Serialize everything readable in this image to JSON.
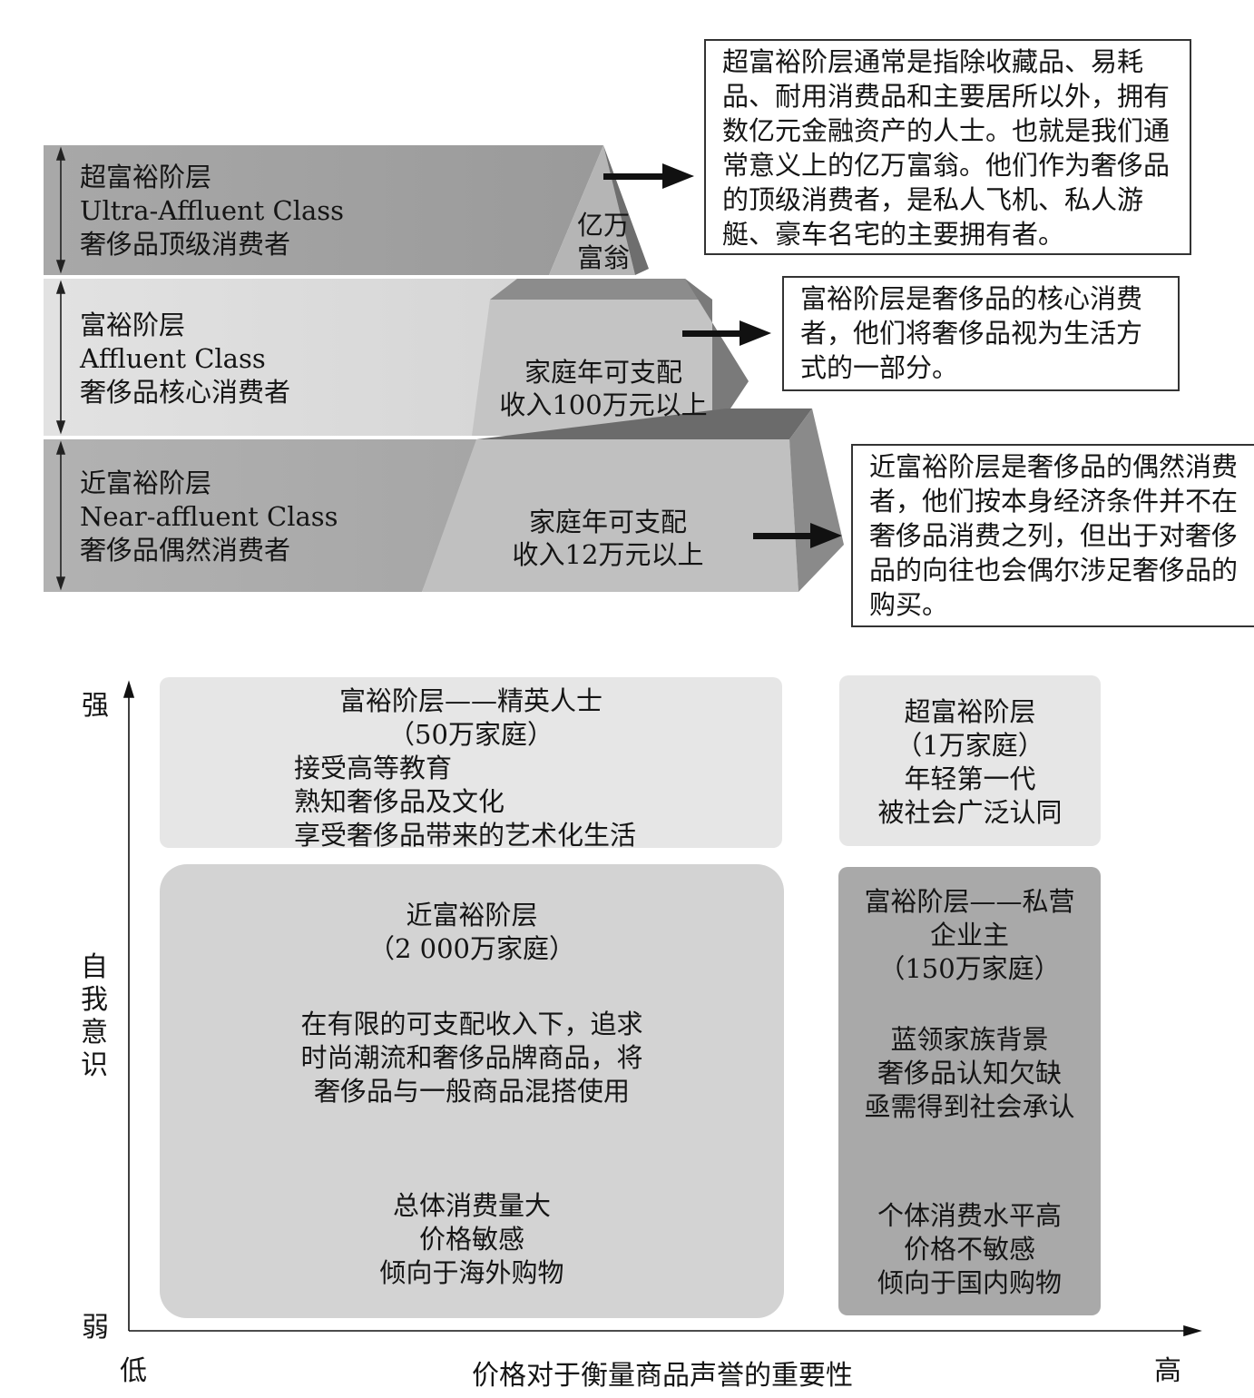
{
  "pyramid": {
    "bands": [
      {
        "id": "ultra",
        "title": "超富裕阶层",
        "english": "Ultra-Affluent Class",
        "role": "奢侈品顶级消费者",
        "tier_text": [
          "亿万",
          "富翁"
        ],
        "note": "超富裕阶层通常是指除收藏品、易耗品、耐用消费品和主要居所以外，拥有数亿元金融资产的人士。也就是我们通常意义上的亿万富翁。他们作为奢侈品的顶级消费者，是私人飞机、私人游艇、豪车名宅的主要拥有者。"
      },
      {
        "id": "affluent",
        "title": "富裕阶层",
        "english": "Affluent Class",
        "role": "奢侈品核心消费者",
        "tier_text": [
          "家庭年可支配",
          "收入100万元以上"
        ],
        "note": "富裕阶层是奢侈品的核心消费者，他们将奢侈品视为生活方式的一部分。"
      },
      {
        "id": "near",
        "title": "近富裕阶层",
        "english": "Near-affluent Class",
        "role": "奢侈品偶然消费者",
        "tier_text": [
          "家庭年可支配",
          "收入12万元以上"
        ],
        "note": "近富裕阶层是奢侈品的偶然消费者，他们按本身经济条件并不在奢侈品消费之列，但出于对奢侈品的向往也会偶尔涉足奢侈品的购买。"
      }
    ]
  },
  "matrix": {
    "y_axis": {
      "top": "强",
      "bottom": "弱",
      "title": "自我意识"
    },
    "x_axis": {
      "left": "低",
      "right": "高",
      "title": "价格对于衡量商品声誉的重要性"
    },
    "boxes": {
      "top_left": [
        "富裕阶层——精英人士",
        "（50万家庭）",
        "接受高等教育",
        "熟知奢侈品及文化",
        "享受奢侈品带来的艺术化生活"
      ],
      "top_right": [
        "超富裕阶层",
        "（1万家庭）",
        "年轻第一代",
        "被社会广泛认同"
      ],
      "bottom_left": {
        "head": [
          "近富裕阶层",
          "（2 000万家庭）"
        ],
        "mid": [
          "在有限的可支配收入下，追求",
          "时尚潮流和奢侈品牌商品，将",
          "奢侈品与一般商品混搭使用"
        ],
        "foot": [
          "总体消费量大",
          "价格敏感",
          "倾向于海外购物"
        ]
      },
      "bottom_right": {
        "head": [
          "富裕阶层——私营",
          "企业主",
          "（150万家庭）"
        ],
        "mid": [
          "蓝领家族背景",
          "奢侈品认知欠缺",
          "亟需得到社会承认"
        ],
        "foot": [
          "个体消费水平高",
          "价格不敏感",
          "倾向于国内购物"
        ]
      }
    }
  }
}
